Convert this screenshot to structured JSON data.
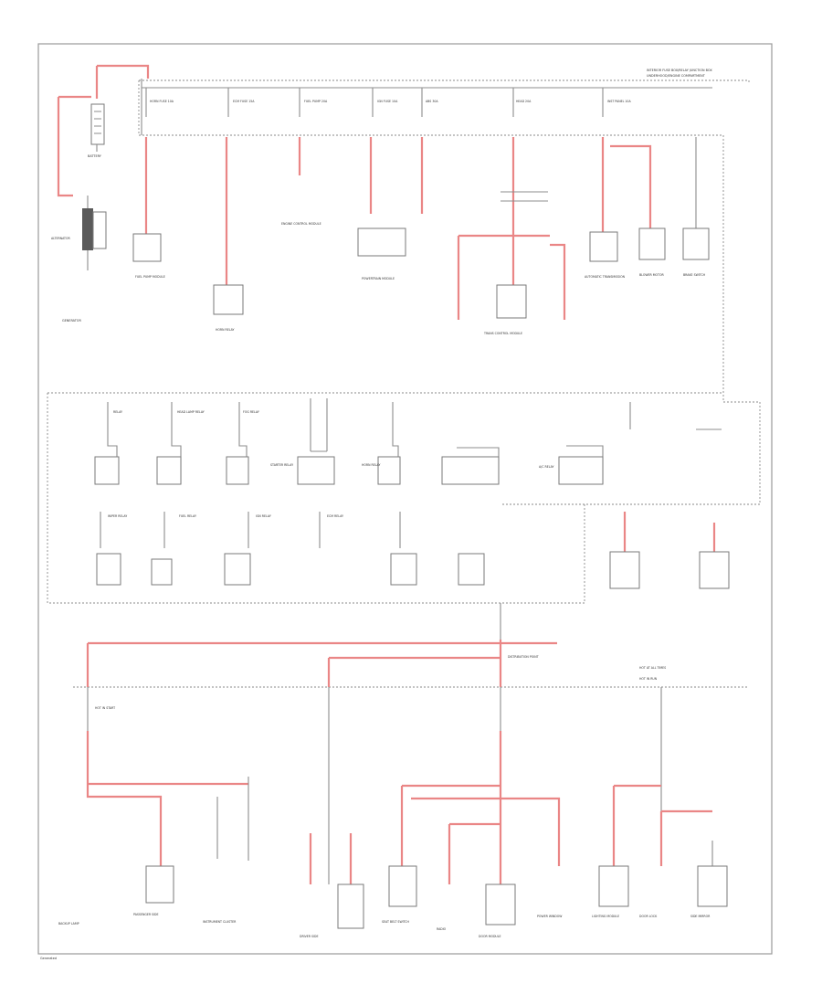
{
  "diagram": {
    "header": {
      "line1": "INTERIOR FUSE BOX/RELAY JUNCTION BOX",
      "line2": "UNDERHOOD/ENGINE COMPARTMENT"
    },
    "footer": "Generated",
    "colors": {
      "red_wire": "#ea8686",
      "gray_wire": "#8c8c8c"
    },
    "left_source": {
      "battery_label": "BATTERY",
      "generator_label": "GENERATOR",
      "alternator_note": "ALTERNATOR"
    },
    "top_fuses": [
      "HORN FUSE 10A",
      "ECM FUSE 15A",
      "FUEL PUMP 20A",
      "IGN FUSE 10A",
      "ABS 30A",
      "HEAD 20A",
      "INST PANEL 10A"
    ],
    "top_components": [
      "FUEL PUMP MODULE",
      "HORN RELAY",
      "ENGINE CONTROL MODULE",
      "POWERTRAIN MODULE",
      "TRANS CONTROL MODULE",
      "AUTOMATIC TRANSMISSION",
      "BLOWER MOTOR",
      "BRAKE SWITCH"
    ],
    "mid_labels": [
      "RELAY",
      "HEAD LAMP RELAY",
      "FOG RELAY",
      "STARTER RELAY",
      "HORN RELAY",
      "A/C RELAY",
      "WIPER RELAY",
      "FUEL RELAY",
      "IGN RELAY",
      "ECM RELAY"
    ],
    "lower_bus": [
      "DISTRIBUTION POINT",
      "HOT AT ALL TIMES",
      "HOT IN RUN",
      "HOT IN START"
    ],
    "lower_components": [
      "BACKUP LAMP",
      "PASSENGER SIDE",
      "INSTRUMENT CLUSTER",
      "DRIVER SIDE",
      "SEAT BELT SWITCH",
      "DOOR MODULE",
      "POWER WINDOW",
      "RADIO",
      "LIGHTING MODULE",
      "DOOR LOCK",
      "SIDE MIRROR"
    ]
  }
}
